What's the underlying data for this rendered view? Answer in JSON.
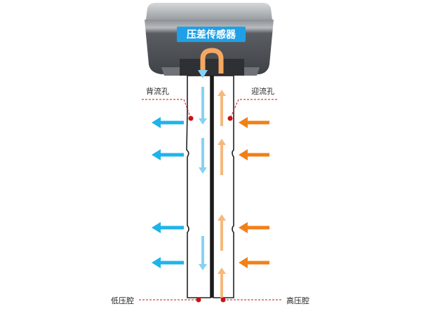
{
  "sensor": {
    "label": "压差传感器"
  },
  "labels": {
    "back_hole": "背流孔",
    "facing_hole": "迎流孔",
    "low_pressure_chamber": "低压腔",
    "high_pressure_chamber": "高压腔"
  },
  "colors": {
    "flow_blue": "#1eb4ea",
    "flow_orange": "#f08018",
    "inner_blue": "#86d2f2",
    "inner_orange": "#f6b87c",
    "marker_red": "#cc1111",
    "sensor_badge": "#1fa0e6"
  },
  "icons": [
    "left-arrow-icon",
    "up-arrow-icon",
    "down-arrow-icon",
    "u-turn-arrow-icon",
    "red-dot-icon"
  ]
}
